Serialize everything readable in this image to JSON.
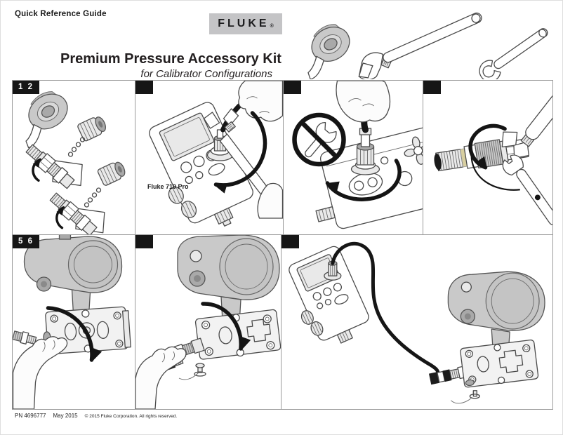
{
  "header": {
    "doc_type": "Quick Reference Guide",
    "brand": "FLUKE",
    "trademark": "®"
  },
  "title": {
    "main": "Premium Pressure Accessory Kit",
    "subtitle": "for Calibrator Configurations"
  },
  "tools_legend": {
    "items": [
      "ptfe-tape-roll",
      "adjustable-wrench",
      "open-end-wrench"
    ]
  },
  "panels": [
    {
      "steps": "1 2",
      "illustration": "wrap-ptfe-tape-on-quick-connect-fitting-threads"
    },
    {
      "steps": "",
      "illustration": "wrench-tighten-fitting-onto-calibrator-port",
      "label": "Fluke 719 Pro"
    },
    {
      "steps": "",
      "illustration": "hand-tighten-hose-onto-calibrator-no-wrench"
    },
    {
      "steps": "",
      "illustration": "tighten-adapter-with-two-wrenches"
    },
    {
      "steps": "5 6",
      "illustration": "hand-thread-fitting-into-transmitter-manifold"
    },
    {
      "steps": "",
      "illustration": "attach-hose-quick-connect-to-transmitter"
    },
    {
      "steps": "",
      "illustration": "calibrator-connected-by-hose-to-transmitter"
    }
  ],
  "footer": {
    "part_number": "PN 4696777",
    "date": "May 2015",
    "copyright": "© 2015 Fluke Corporation. All rights reserved."
  },
  "colors": {
    "tab_black": "#161616",
    "logo_box_gray": "#c4c4c6",
    "illustration_gray": "#c9c9c9",
    "border_gray": "#9b9b9b"
  }
}
